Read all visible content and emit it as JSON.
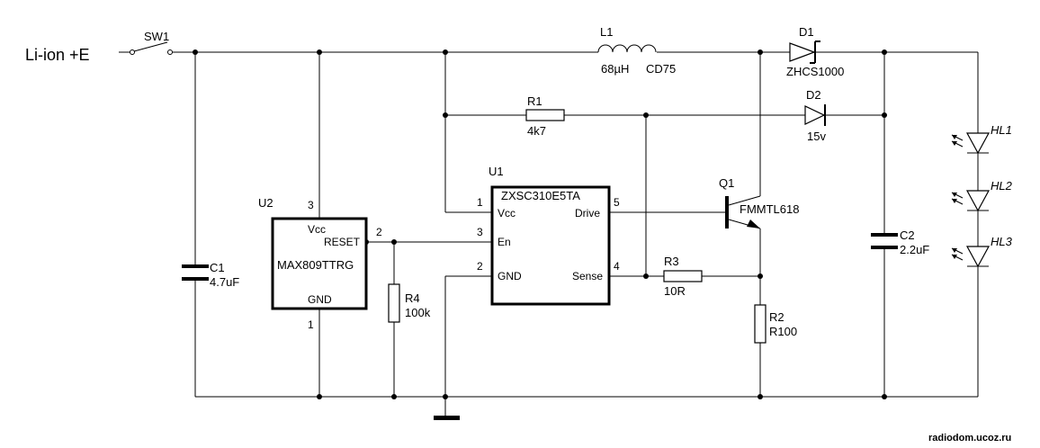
{
  "labels": {
    "supply": "Li-ion +E",
    "sw1": "SW1",
    "l1": "L1",
    "l1_value": "68µH",
    "l1_type": "CD75",
    "d1": "D1",
    "d1_part": "ZHCS1000",
    "d2": "D2",
    "d2_value": "15v",
    "r1": "R1",
    "r1_value": "4k7",
    "u1": "U1",
    "u1_part": "ZXSC310E5TA",
    "u1_vcc": "Vcc",
    "u1_en": "En",
    "u1_gnd": "GND",
    "u1_drive": "Drive",
    "u1_sense": "Sense",
    "u1_pin1": "1",
    "u1_pin2": "2",
    "u1_pin3": "3",
    "u1_pin4": "4",
    "u1_pin5": "5",
    "u2": "U2",
    "u2_part": "MAX809TTRG",
    "u2_vcc": "Vcc",
    "u2_reset": "RESET",
    "u2_gnd": "GND",
    "u2_pin3": "3",
    "u2_pin2": "2",
    "u2_pin1": "1",
    "q1": "Q1",
    "q1_part": "FMMTL618",
    "r3": "R3",
    "r3_value": "10R",
    "r2": "R2",
    "r2_value": "R100",
    "r4": "R4",
    "r4_value": "100k",
    "c1": "C1",
    "c1_value": "4.7uF",
    "c2": "C2",
    "c2_value": "2.2uF",
    "hl1": "HL1",
    "hl2": "HL2",
    "hl3": "HL3",
    "watermark": "radiodom.ucoz.ru"
  }
}
